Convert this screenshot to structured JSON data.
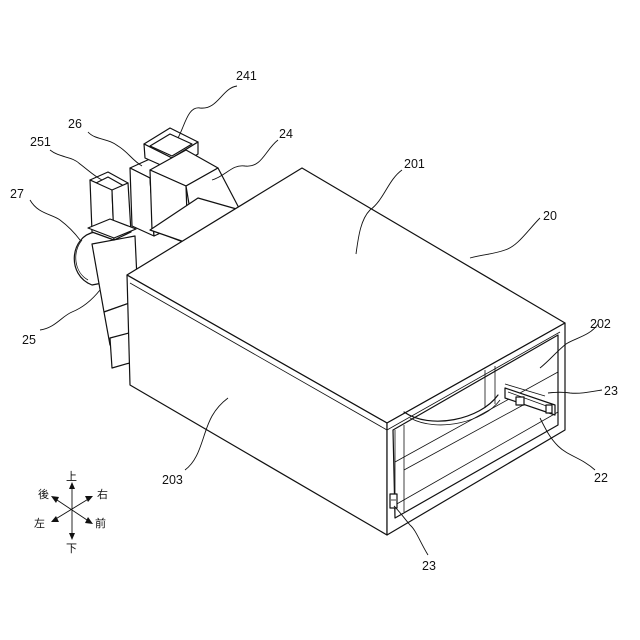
{
  "labels": {
    "l241": "241",
    "l26": "26",
    "l24": "24",
    "l251": "251",
    "l201": "201",
    "l27": "27",
    "l20": "20",
    "l202": "202",
    "l25": "25",
    "l23a": "23",
    "l22": "22",
    "l203": "203",
    "l23b": "23"
  },
  "directions": {
    "up": "上",
    "down": "下",
    "back": "後",
    "right": "右",
    "left": "左",
    "front": "前"
  }
}
